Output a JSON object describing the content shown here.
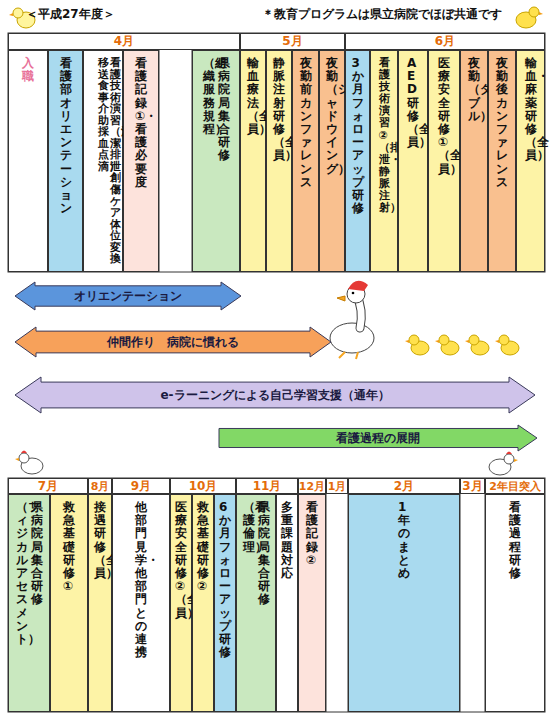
{
  "diagram": {
    "nodes": [
      {
        "text": [
          "4月"
        ]
      },
      {
        "text": [
          "5月"
        ]
      },
      {
        "text": [
          "6月"
        ]
      },
      {
        "text": [
          "入職"
        ]
      },
      {
        "text": [
          "看護部オリエンテーション"
        ]
      },
      {
        "text": [
          "看護技術演習（清潔・排泄・創傷ケア・体位変換・移送・食事介助・採血・点滴）"
        ]
      },
      {
        "text": [
          "看護記録①・看護必要度"
        ]
      },
      {
        "text": [
          "県病院局集合研修",
          "（組織・服務規程）"
        ]
      },
      {
        "text": [
          "輸血療法（全員）"
        ]
      },
      {
        "text": [
          "静脈注射研修（全員）"
        ]
      },
      {
        "text": [
          "夜勤前カンファレンス"
        ]
      },
      {
        "text": [
          "夜勤（シャドウイング）"
        ]
      },
      {
        "text": [
          "3か月フォローアップ研修"
        ]
      },
      {
        "text": [
          "看護技術演習②（排泄・静脈注射）"
        ]
      },
      {
        "text": [
          "AED研修（全員）"
        ]
      },
      {
        "text": [
          "医療安全研修①（全員）"
        ]
      },
      {
        "text": [
          "夜勤（ダブル）"
        ]
      },
      {
        "text": [
          "夜勤後カンファレンス"
        ]
      },
      {
        "text": [
          "輸血・麻薬研修（全員）"
        ]
      },
      {
        "text": [
          "オリエンテーション"
        ]
      },
      {
        "text": [
          "仲間作り　病院に慣れる"
        ]
      },
      {
        "text": [
          "e-ラーニングによる自己学習支援（通年）"
        ]
      },
      {
        "text": [
          "看護過程の展開"
        ]
      },
      {
        "text": [
          "7月"
        ]
      },
      {
        "text": [
          "8月"
        ]
      },
      {
        "text": [
          "9月"
        ]
      },
      {
        "text": [
          "10月"
        ]
      },
      {
        "text": [
          "11月"
        ]
      },
      {
        "text": [
          "12月"
        ]
      },
      {
        "text": [
          "1月"
        ]
      },
      {
        "text": [
          "2月"
        ]
      },
      {
        "text": [
          "3月"
        ]
      },
      {
        "text": [
          "2年目突入"
        ]
      },
      {
        "text": [
          "県病院局集合研修",
          "（フィジカルアセスメント）"
        ]
      },
      {
        "text": [
          "救急基礎研修①"
        ]
      },
      {
        "text": [
          "接遇研修（全員）"
        ]
      },
      {
        "text": [
          "他部門見学・他部門との連携"
        ]
      },
      {
        "text": [
          "医療安全研修②（全員）"
        ]
      },
      {
        "text": [
          "救急基礎研修②"
        ]
      },
      {
        "text": [
          "6か月フォローアップ研修"
        ]
      },
      {
        "text": [
          "県病院局集合研修",
          "（看護倫理）"
        ]
      },
      {
        "text": [
          "多重課題対応"
        ]
      },
      {
        "text": [
          "看護記録②"
        ]
      },
      {
        "text": [
          "1年のまとめ"
        ]
      },
      {
        "text": [
          "看護過程研修"
        ]
      }
    ],
    "labels": [
      "＜平成27年度＞",
      "＊教育プログラムは県立病院でほぼ共通です"
    ]
  }
}
